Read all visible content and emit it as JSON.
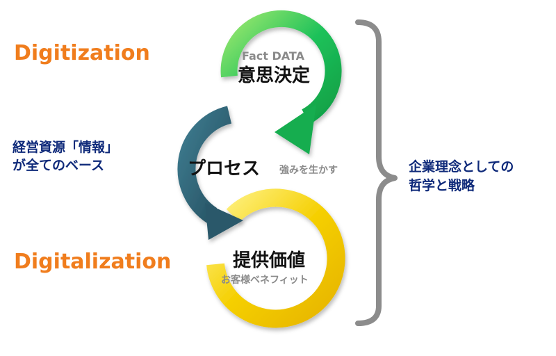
{
  "left": {
    "digitization": "Digitization",
    "resource_line1": "経営資源「情報」",
    "resource_line2": "が全てのベース",
    "digitalization": "Digitalization"
  },
  "circles": {
    "decision": {
      "sub": "Fact DATA",
      "main": "意思決定"
    },
    "process": {
      "main": "プロセス",
      "sub": "強みを生かす"
    },
    "value": {
      "main": "提供価値",
      "sub": "お客様ベネフィット"
    }
  },
  "right": {
    "line1": "企業理念としての",
    "line2": "哲学と戦略"
  },
  "colors": {
    "green": "#1fc25a",
    "teal": "#2d5f72",
    "yellow": "#f5cf00",
    "orange": "#f07d1d",
    "navy": "#0f2a7a",
    "bracket": "#8c8c8c"
  }
}
